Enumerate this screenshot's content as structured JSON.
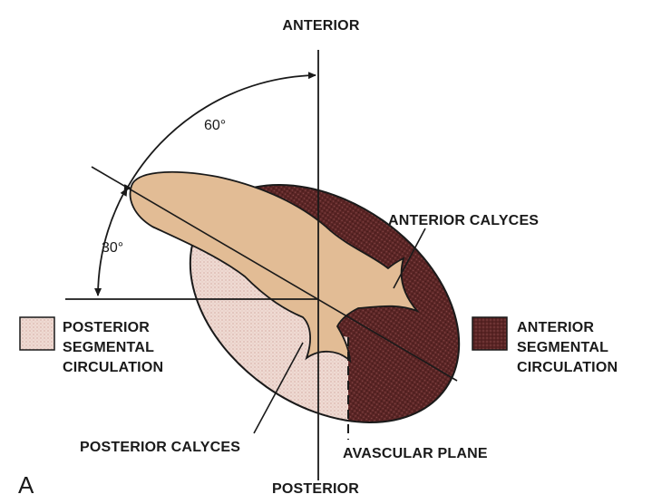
{
  "labels": {
    "anterior": "ANTERIOR",
    "posterior": "POSTERIOR",
    "angle_60": "60°",
    "angle_30": "30°",
    "anterior_calyces": "ANTERIOR CALYCES",
    "posterior_calyces": "POSTERIOR CALYCES",
    "avascular_plane": "AVASCULAR PLANE",
    "panel_letter": "A"
  },
  "legend": {
    "posterior": {
      "lines": [
        "POSTERIOR",
        "SEGMENTAL",
        "CIRCULATION"
      ],
      "color": "#ecd3cc"
    },
    "anterior": {
      "lines": [
        "ANTERIOR",
        "SEGMENTAL",
        "CIRCULATION"
      ],
      "color": "#5a2525"
    }
  },
  "colors": {
    "pelvis": "#e2bc95",
    "anterior_region": "#5a2525",
    "posterior_region": "#ecd3cc",
    "lines": "#1a1a1a"
  }
}
